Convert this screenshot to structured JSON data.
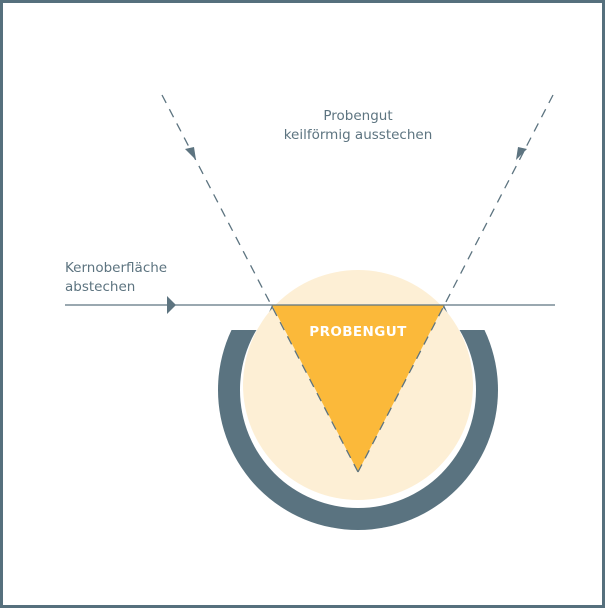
{
  "labels": {
    "top_line1": "Probengut",
    "top_line2": "keilförmig ausstechen",
    "left_line1": "Kernoberfläche",
    "left_line2": "abstechen",
    "center": "PROBENGUT"
  },
  "colors": {
    "frame": "#56707d",
    "ring": "#5a7380",
    "core_fill": "#fdefd5",
    "wedge_fill": "#fbb93a",
    "line": "#5d7480",
    "label_text": "#5d7480",
    "center_text": "#ffffff"
  },
  "icons": {
    "arrow_left_upper": "arrowhead-down-right-icon",
    "arrow_right_upper": "arrowhead-down-left-icon",
    "arrow_surface": "arrowhead-right-icon"
  }
}
